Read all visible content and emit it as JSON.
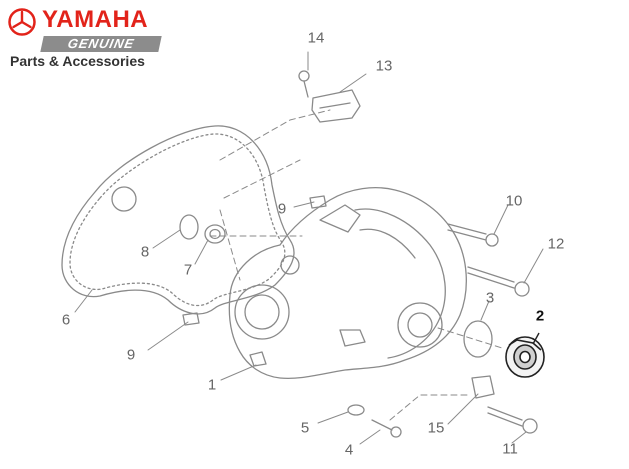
{
  "brand": {
    "name": "YAMAHA",
    "badge": "GENUINE",
    "tagline": "Parts & Accessories"
  },
  "callouts": [
    {
      "id": "c1",
      "label": "1"
    },
    {
      "id": "c2",
      "label": "2"
    },
    {
      "id": "c3",
      "label": "3"
    },
    {
      "id": "c4",
      "label": "4"
    },
    {
      "id": "c5",
      "label": "5"
    },
    {
      "id": "c6",
      "label": "6"
    },
    {
      "id": "c7",
      "label": "7"
    },
    {
      "id": "c8",
      "label": "8"
    },
    {
      "id": "c9a",
      "label": "9"
    },
    {
      "id": "c9b",
      "label": "9"
    },
    {
      "id": "c10",
      "label": "10"
    },
    {
      "id": "c11",
      "label": "11"
    },
    {
      "id": "c12",
      "label": "12"
    },
    {
      "id": "c13",
      "label": "13"
    },
    {
      "id": "c14",
      "label": "14"
    },
    {
      "id": "c15",
      "label": "15"
    }
  ],
  "colors": {
    "brand_red": "#e2231a",
    "line": "#8a8a8a",
    "highlight": "#222222"
  }
}
